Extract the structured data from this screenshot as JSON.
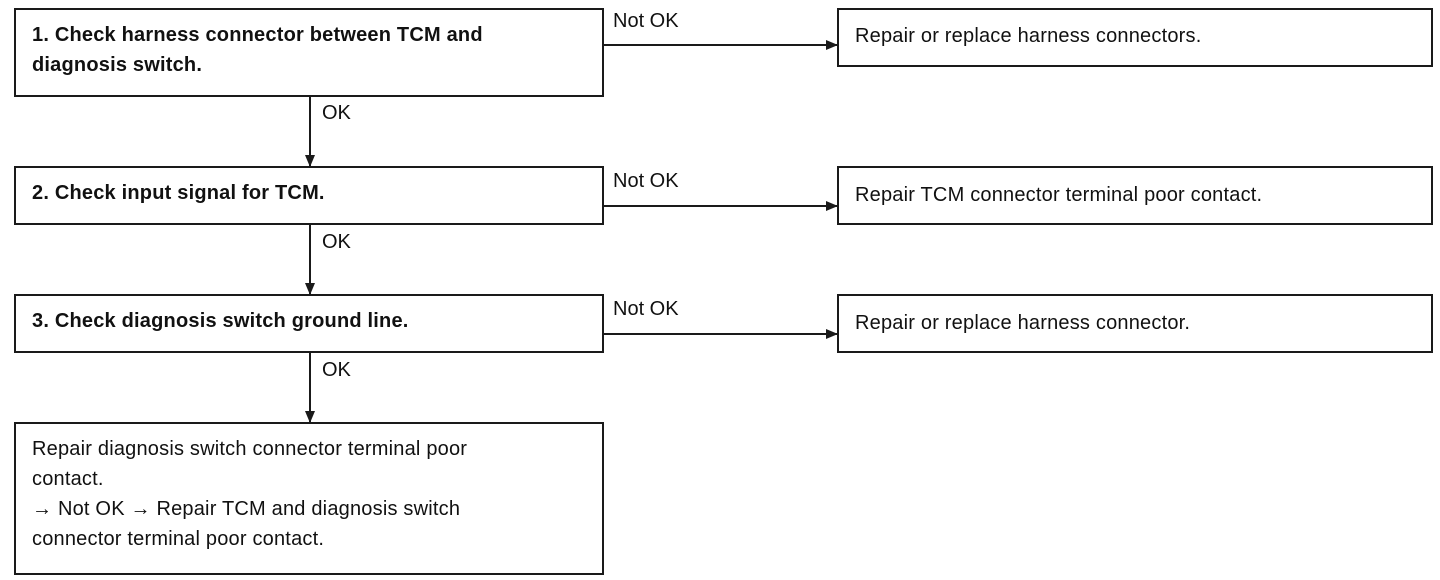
{
  "steps": [
    {
      "text": "1.  Check harness connector between TCM and\n     diagnosis switch."
    },
    {
      "text": "2.  Check input signal for TCM."
    },
    {
      "text": "3.  Check diagnosis switch ground line."
    }
  ],
  "results": [
    {
      "text": "Repair or replace harness connectors."
    },
    {
      "text": "Repair TCM connector terminal poor contact."
    },
    {
      "text": "Repair or replace harness connector."
    }
  ],
  "final": {
    "text": "Repair diagnosis switch connector terminal poor\ncontact.\n→ Not OK → Repair TCM and diagnosis switch\nconnector terminal poor contact."
  },
  "labels": {
    "ok": "OK",
    "not_ok": "Not OK"
  }
}
